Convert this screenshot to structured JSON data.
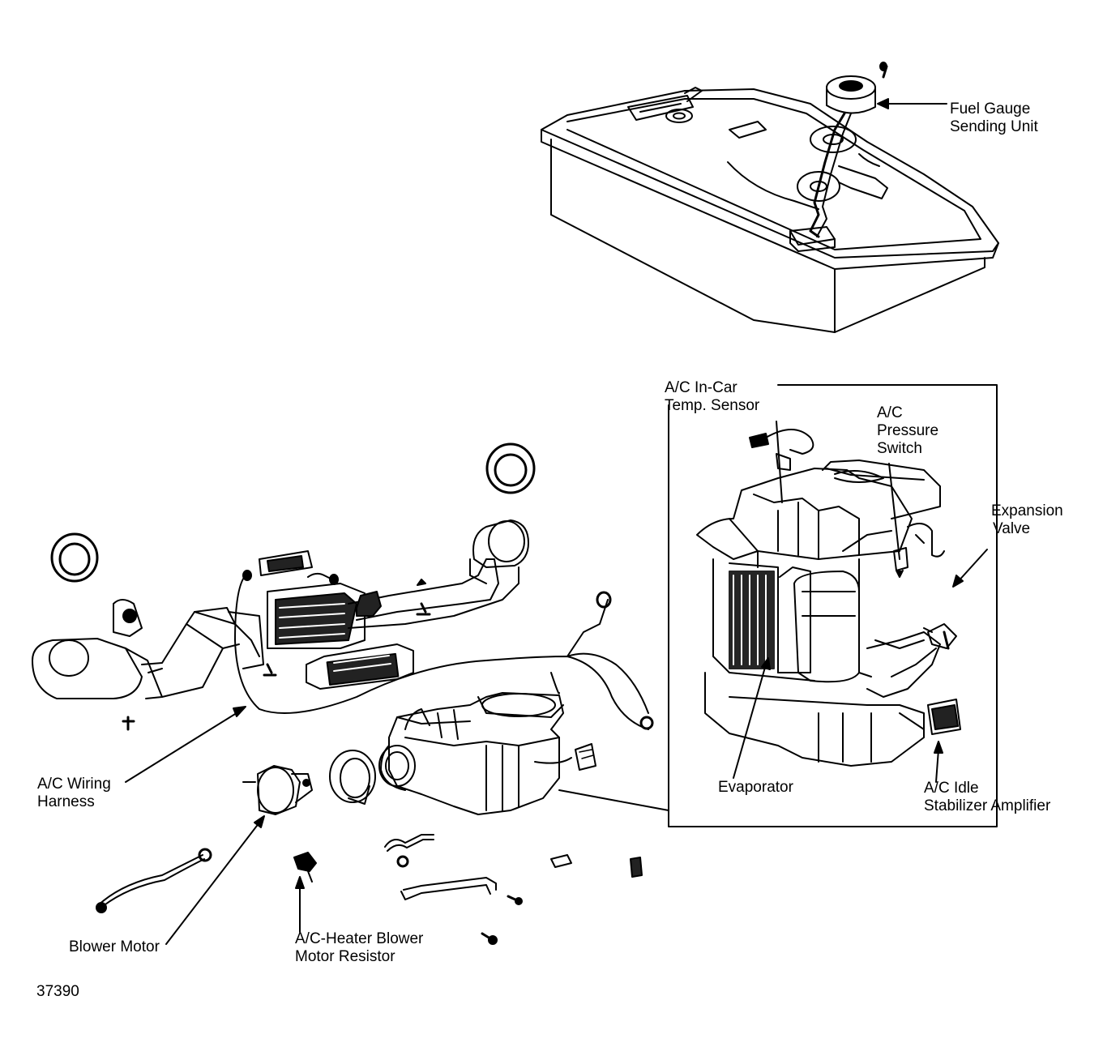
{
  "labels": {
    "fuel_gauge": [
      "Fuel Gauge",
      "Sending Unit"
    ],
    "incar_temp": [
      "A/C In-Car",
      "Temp. Sensor"
    ],
    "pressure_switch": [
      "A/C",
      "Pressure",
      "Switch"
    ],
    "expansion_valve": [
      "Expansion",
      "Valve"
    ],
    "wiring_harness": [
      "A/C Wiring",
      "Harness"
    ],
    "evaporator": [
      "Evaporator"
    ],
    "idle_stabilizer": [
      "A/C Idle",
      "Stabilizer Amplifier"
    ],
    "blower_motor": [
      "Blower Motor"
    ],
    "blower_resistor": [
      "A/C-Heater Blower",
      "Motor Resistor"
    ]
  },
  "figure_number": "37390"
}
